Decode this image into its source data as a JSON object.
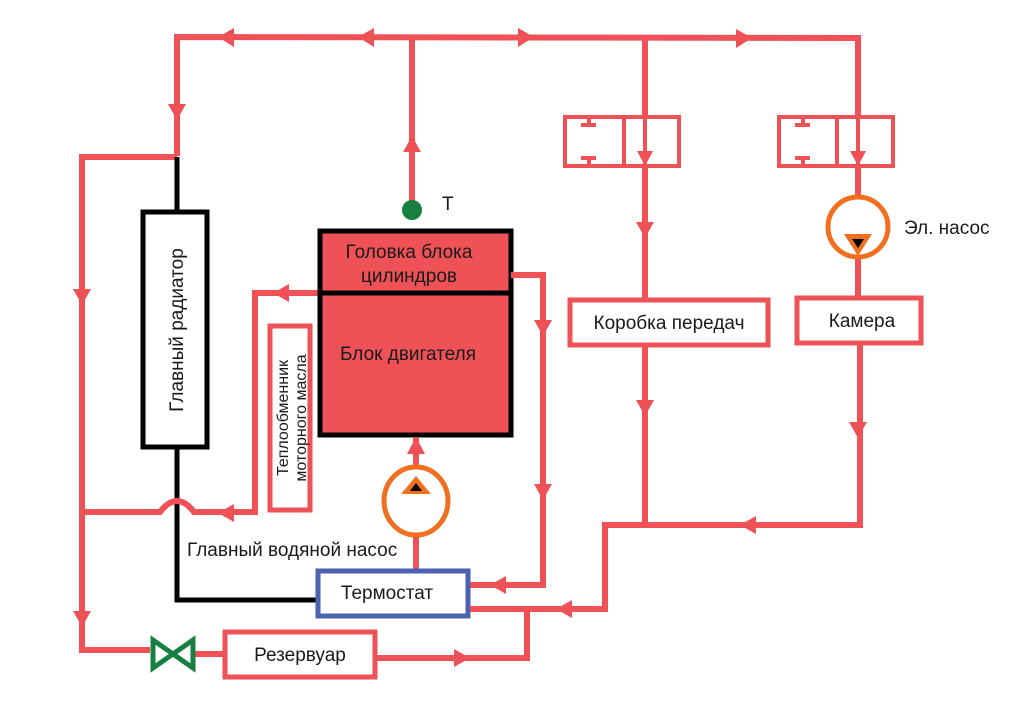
{
  "diagram": {
    "title": "Engine cooling system schematic",
    "colors": {
      "pipe": "#ee5257",
      "engine_fill": "#ee5257",
      "pump": "#f07020",
      "thermostat_border": "#4a62b0",
      "valve": "#178040",
      "sensor": "#178040",
      "outline": "#000000"
    },
    "components": {
      "radiator": "Главный радиатор",
      "cylinder_head_line1": "Головка блока",
      "cylinder_head_line2": "цилиндров",
      "engine_block": "Блок двигателя",
      "oil_cooler_line1": "Теплообменник",
      "oil_cooler_line2": "моторного масла",
      "main_pump": "Главный водяной насос",
      "thermostat": "Термостат",
      "reservoir": "Резервуар",
      "gearbox": "Коробка передач",
      "chamber": "Камера",
      "electric_pump": "Эл. насос",
      "temp_sensor": "Т"
    }
  }
}
